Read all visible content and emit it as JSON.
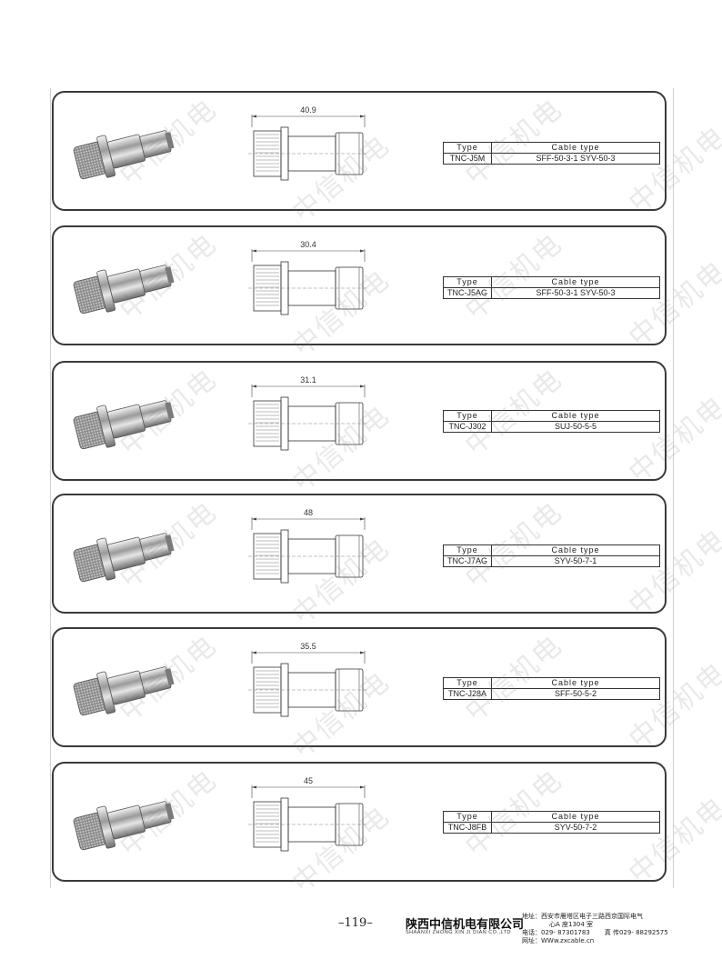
{
  "watermark": "中信机电",
  "products": [
    {
      "dimension": "40.9",
      "type_header": "Type",
      "cable_header": "Cable type",
      "type": "TNC-J5M",
      "cable": "SFF-50-3-1  SYV-50-3",
      "photo_icon": "connector-photo",
      "drawing_icon": "connector-drawing"
    },
    {
      "dimension": "30.4",
      "type_header": "Type",
      "cable_header": "Cable type",
      "type": "TNC-J5AG",
      "cable": "SFF-50-3-1  SYV-50-3",
      "photo_icon": "connector-photo",
      "drawing_icon": "connector-drawing"
    },
    {
      "dimension": "31.1",
      "type_header": "Type",
      "cable_header": "Cable type",
      "type": "TNC-J302",
      "cable": "SUJ-50-5-5",
      "photo_icon": "connector-photo",
      "drawing_icon": "connector-drawing"
    },
    {
      "dimension": "48",
      "type_header": "Type",
      "cable_header": "Cable type",
      "type": "TNC-J7AG",
      "cable": "SYV-50-7-1",
      "photo_icon": "connector-photo",
      "drawing_icon": "connector-drawing"
    },
    {
      "dimension": "35.5",
      "type_header": "Type",
      "cable_header": "Cable type",
      "type": "TNC-J28A",
      "cable": "SFF-50-5-2",
      "photo_icon": "connector-photo",
      "drawing_icon": "connector-drawing"
    },
    {
      "dimension": "45",
      "type_header": "Type",
      "cable_header": "Cable type",
      "type": "TNC-J8FB",
      "cable": "SYV-50-7-2",
      "photo_icon": "connector-photo",
      "drawing_icon": "connector-drawing"
    }
  ],
  "footer": {
    "page_number": "–119–",
    "company_cn": "陕西中信机电有限公司",
    "company_en": "SHAANXI ZHONG XIN JI DIAN CO.,LTD",
    "address_line1": "地址：西安市雁塔区电子三路西京国际电气",
    "address_line2": "心A 座1304 室",
    "phone": "电话：029- 87301783",
    "fax": "真 传029- 88292575",
    "website": "网址：WWw.zxcable.cn"
  }
}
